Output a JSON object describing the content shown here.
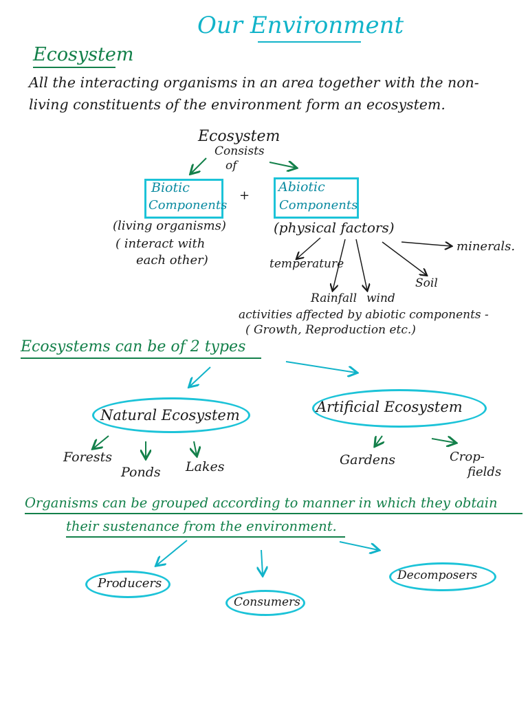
{
  "title": "Our Environment",
  "ecosystem_heading": "Ecosystem",
  "definition": {
    "line1": "All the interacting organisms in an area together with the non-",
    "line2": "living constituents of the environment form an ecosystem."
  },
  "consists": {
    "word": "Ecosystem",
    "line2": "Consists",
    "line3": "of"
  },
  "biotic": {
    "label1": "Biotic",
    "label2": "Components",
    "desc1": "(living organisms)",
    "desc2": "( interact with",
    "desc3": "each other)"
  },
  "plus": "+",
  "abiotic": {
    "label1": "Abiotic",
    "label2": "Components",
    "desc": "(physical factors)",
    "factors": [
      "temperature",
      "Rainfall",
      "wind",
      "Soil",
      "minerals."
    ]
  },
  "activities": {
    "line1": "activities affected by abiotic components -",
    "line2": "( Growth, Reproduction etc.)"
  },
  "types_heading": "Ecosystems can be of 2 types",
  "natural": {
    "label": "Natural Ecosystem",
    "examples": [
      "Forests",
      "Ponds",
      "Lakes"
    ]
  },
  "artificial": {
    "label": "Artificial Ecosystem",
    "examples": [
      "Gardens",
      "Crop-",
      "fields"
    ]
  },
  "grouping": {
    "line1": "Organisms can be grouped according to manner in which they obtain",
    "line2": "their sustenance from the environment."
  },
  "groups": {
    "producers": "Producers",
    "consumers": "Consumers",
    "decomposers": "Decomposers"
  },
  "colors": {
    "ink_black": "#1a1a1a",
    "ink_cyan": "#11b3c9",
    "ink_green": "#13804a",
    "box_cyan": "#1cc3d8"
  }
}
